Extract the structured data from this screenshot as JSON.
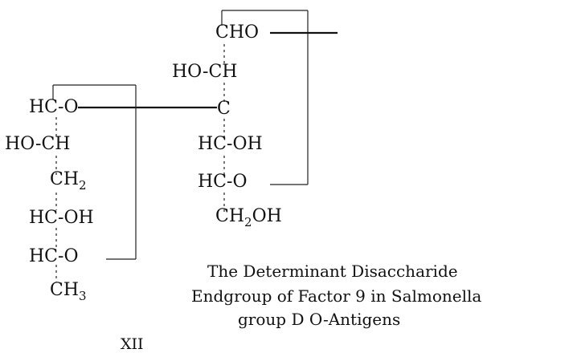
{
  "left_sugar": {
    "c1": "HC-O",
    "c2": "HO-CH",
    "c3_prefix": "CH",
    "c3_sub": "2",
    "c4": "HC-OH",
    "c5": "HC-O",
    "c6_prefix": "CH",
    "c6_sub": "3"
  },
  "right_sugar": {
    "c1": "CHO",
    "c2": "HO-CH",
    "c3": "C",
    "c4": "HC-OH",
    "c5": "HC-O",
    "c6_prefix": "CH",
    "c6_sub": "2",
    "c6_suffix": "OH"
  },
  "caption": {
    "line1": "The Determinant Disaccharide",
    "line2": "Endgroup of Factor 9 in Salmonella",
    "line3": "group D  O-Antigens"
  },
  "compound_label": "XII"
}
